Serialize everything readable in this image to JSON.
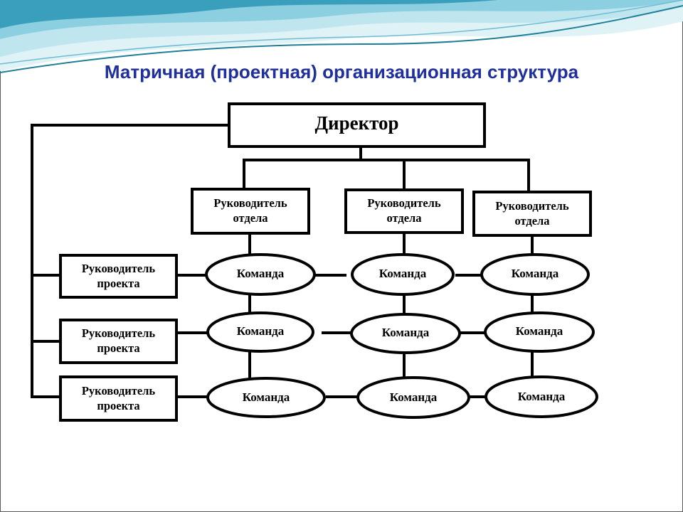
{
  "title": "Матричная (проектная) организационная структура",
  "colors": {
    "title": "#1f2f9b",
    "wave_dark": "#1e7f9a",
    "wave_light": "#bfe6ef",
    "stroke": "#000000"
  },
  "director": {
    "label": "Директор"
  },
  "department_heads": [
    {
      "line1": "Руководитель",
      "line2": "отдела"
    },
    {
      "line1": "Руководитель",
      "line2": "отдела"
    },
    {
      "line1": "Руководитель",
      "line2": "отдела"
    }
  ],
  "project_managers": [
    {
      "line1": "Руководитель",
      "line2": "проекта"
    },
    {
      "line1": "Руководитель",
      "line2": "проекта"
    },
    {
      "line1": "Руководитель",
      "line2": "проекта"
    }
  ],
  "teams": [
    [
      "Команда",
      "Команда",
      "Команда"
    ],
    [
      "Команда",
      "Команда",
      "Команда"
    ],
    [
      "Команда",
      "Команда",
      "Команда"
    ]
  ]
}
